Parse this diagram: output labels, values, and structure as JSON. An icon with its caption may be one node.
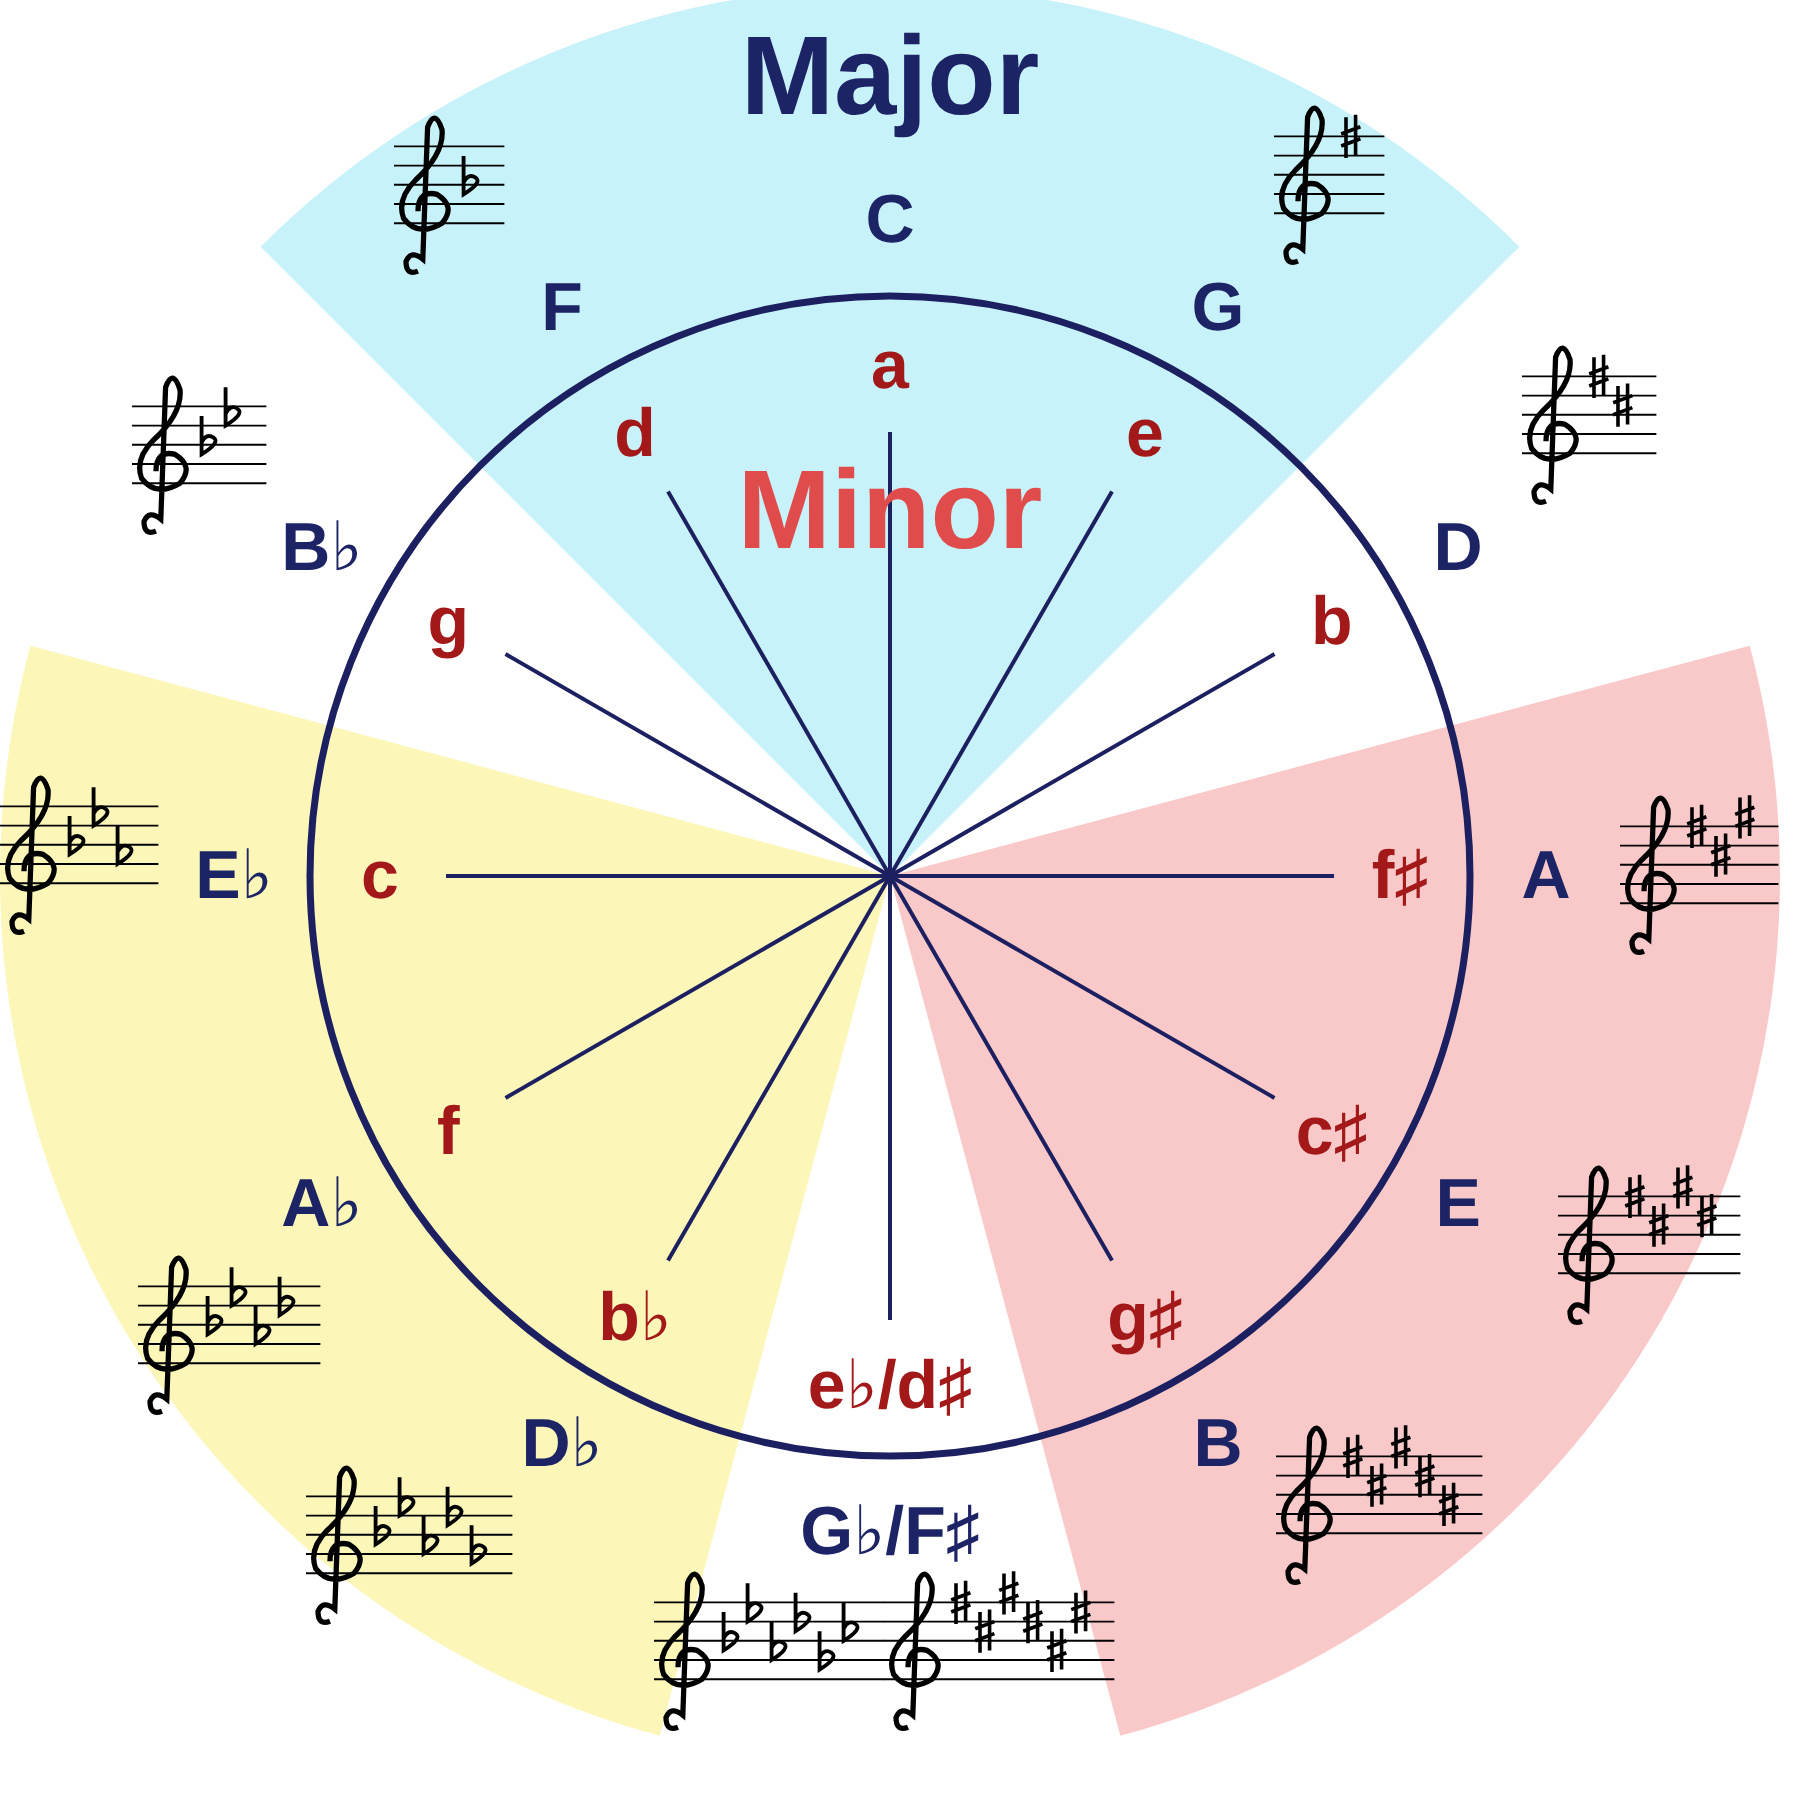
{
  "diagram": {
    "labels": [
      "Major",
      "Minor",
      "C",
      "G",
      "D",
      "A",
      "E",
      "B",
      "G♭/F♯",
      "D♭",
      "A♭",
      "E♭",
      "B♭",
      "F",
      "a",
      "e",
      "b",
      "f♯",
      "c♯",
      "g♯",
      "e♭/d♯",
      "b♭",
      "f",
      "c",
      "g",
      "d"
    ]
  }
}
